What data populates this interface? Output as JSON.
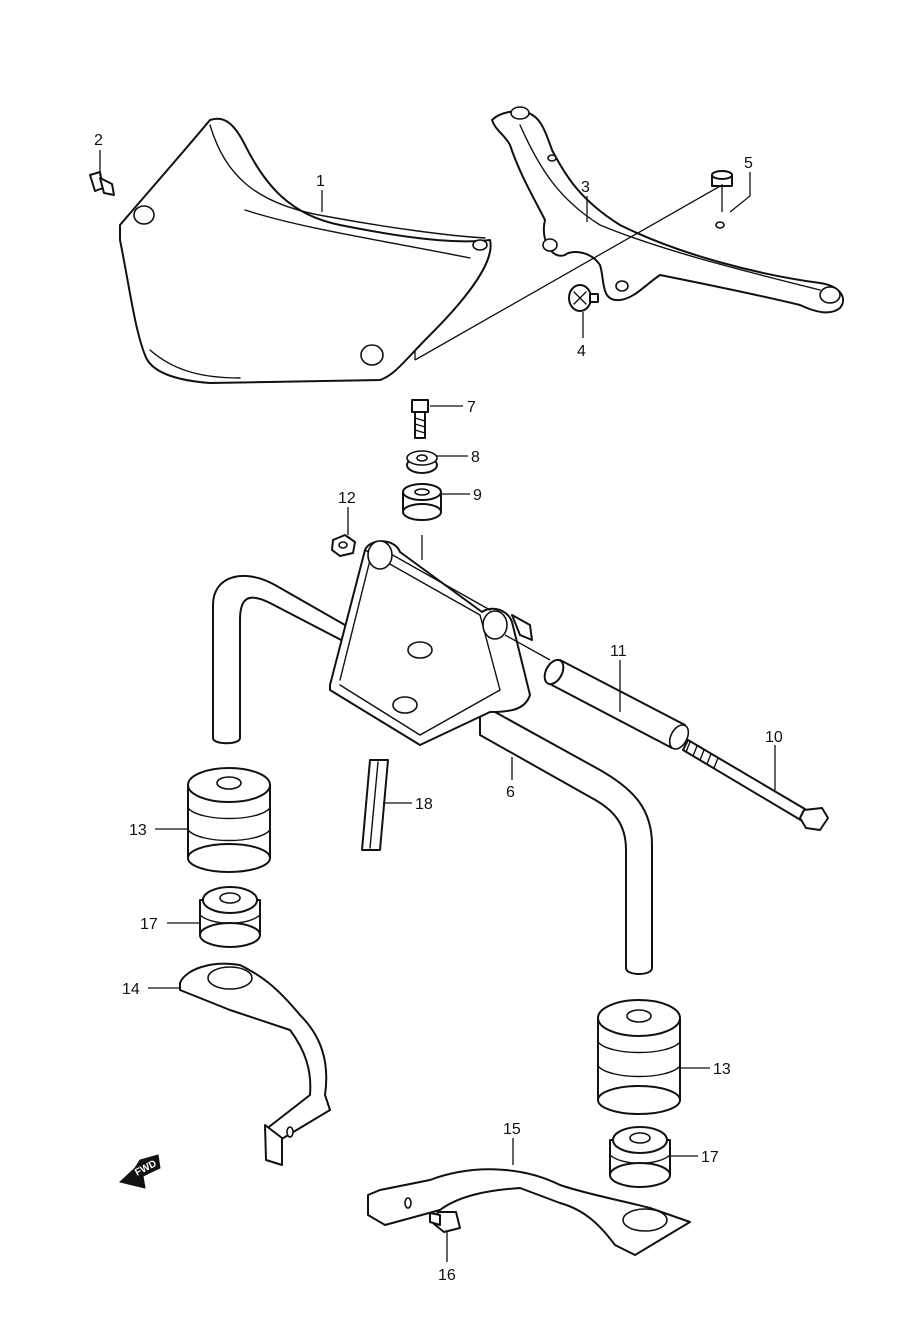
{
  "diagram": {
    "callouts": {
      "c1": "1",
      "c2": "2",
      "c3": "3",
      "c4": "4",
      "c5": "5",
      "c6": "6",
      "c7": "7",
      "c8": "8",
      "c9": "9",
      "c10": "10",
      "c11": "11",
      "c12": "12",
      "c13a": "13",
      "c13b": "13",
      "c14": "14",
      "c15": "15",
      "c16": "16",
      "c17a": "17",
      "c17b": "17",
      "c18": "18"
    },
    "fwd_label": "FWD"
  }
}
